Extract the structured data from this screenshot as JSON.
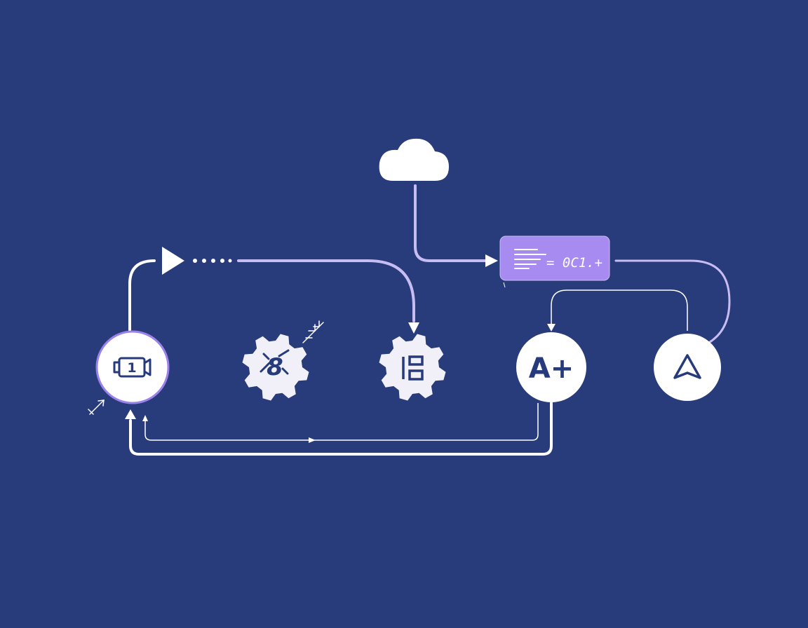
{
  "colors": {
    "background": "#283b7a",
    "node_fill": "#ffffff",
    "gear_fill": "#f1f0f8",
    "node_icon": "#263a7c",
    "accent_purple": "#a78bf0",
    "accent_border": "#9b82ea",
    "line_white": "#ffffff",
    "line_lavender": "#c8bdf2"
  },
  "nodes": [
    {
      "id": "module-1",
      "icon": "module-number-icon",
      "label": "1"
    },
    {
      "id": "gear-process",
      "icon": "gear-symbol-icon",
      "label": "8"
    },
    {
      "id": "gear-layout",
      "icon": "gear-layout-icon",
      "label": ""
    },
    {
      "id": "grade",
      "icon": "grade-text-icon",
      "label": "A+"
    },
    {
      "id": "triangle",
      "icon": "triangle-icon",
      "label": ""
    }
  ],
  "cloud": {
    "icon": "cloud-icon"
  },
  "code_box": {
    "label": "= 0C1.+",
    "icon": "code-lines-icon"
  }
}
